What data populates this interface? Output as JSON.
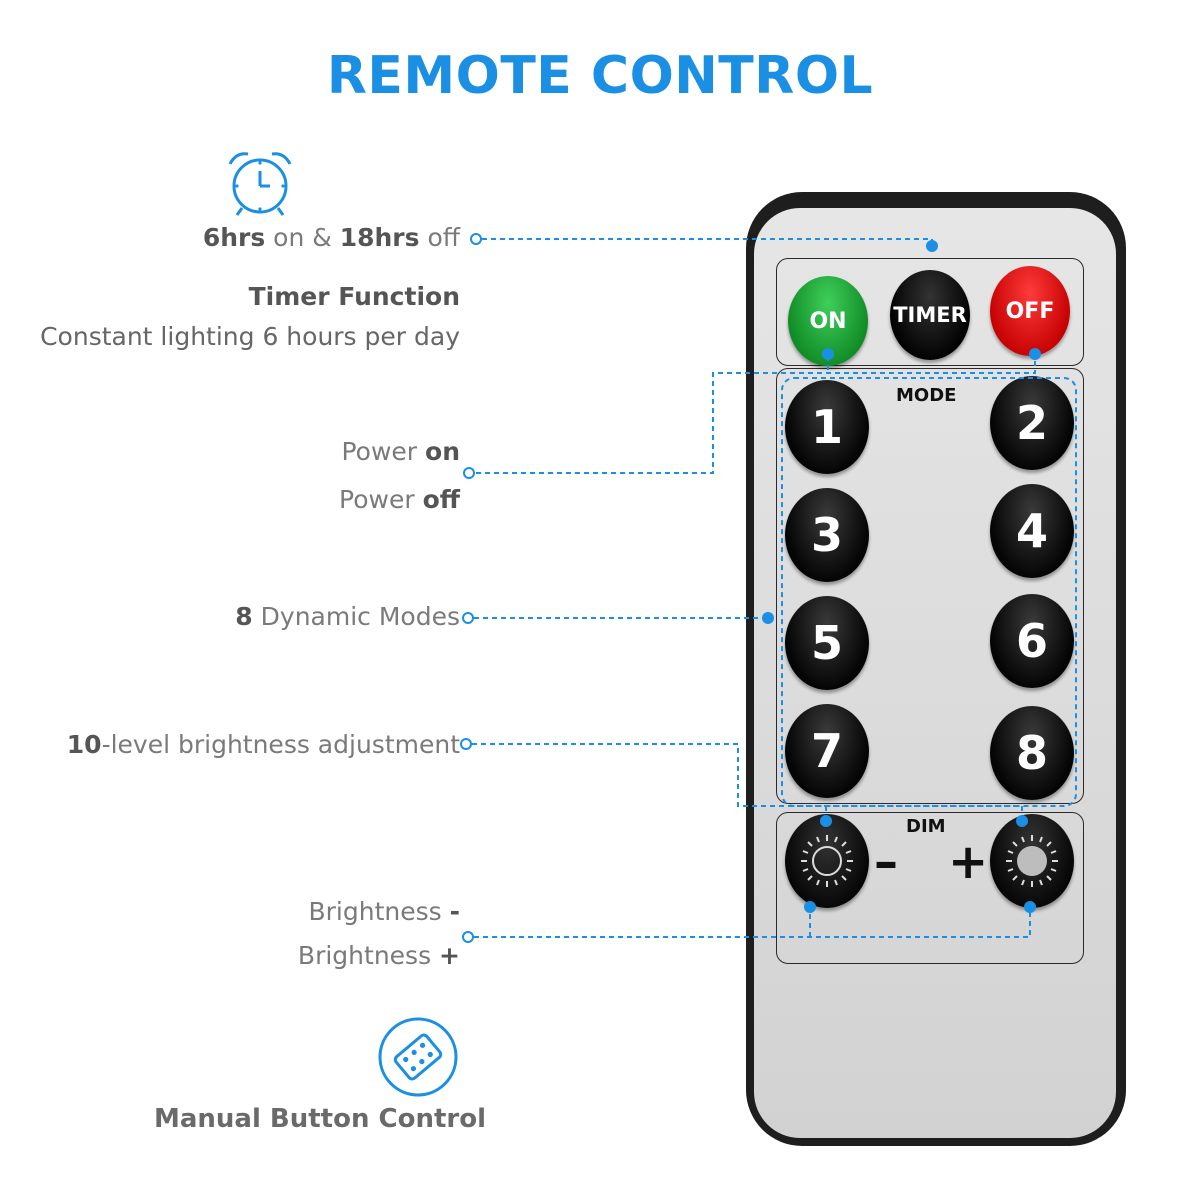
{
  "title": "REMOTE CONTROL",
  "icons": {
    "timer": "alarm-clock-icon",
    "manual": "remote-keypad-icon"
  },
  "colors": {
    "accent": "#1a8fe3",
    "on_button": "#1aa336",
    "off_button": "#e01010",
    "remote_body": "#1e1e1e"
  },
  "labels": {
    "timer_hours_on": "6hrs",
    "timer_on_word": " on & ",
    "timer_hours_off": "18hrs",
    "timer_off_word": " off",
    "timer_function": "Timer Function",
    "timer_desc": "Constant lighting 6 hours per day",
    "power_on_prefix": "Power ",
    "power_on_word": "on",
    "power_off_prefix": "Power ",
    "power_off_word": "off",
    "modes_count": "8",
    "modes_text": " Dynamic Modes",
    "bright_levels": "10",
    "bright_text": "-level brightness adjustment",
    "bright_minus_prefix": "Brightness ",
    "bright_minus_sign": "-",
    "bright_plus_prefix": "Brightness ",
    "bright_plus_sign": "+",
    "manual_control": "Manual Button Control"
  },
  "remote": {
    "on": "ON",
    "timer": "TIMER",
    "off": "OFF",
    "mode": "MODE",
    "dim": "DIM",
    "minus": "–",
    "plus": "+",
    "buttons": [
      "1",
      "2",
      "3",
      "4",
      "5",
      "6",
      "7",
      "8"
    ]
  }
}
